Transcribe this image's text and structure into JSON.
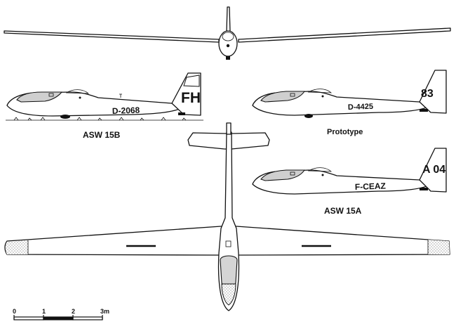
{
  "labels": {
    "asw15b": "ASW 15B",
    "prototype": "Prototype",
    "asw15a": "ASW 15A"
  },
  "registrations": {
    "asw15b": "D-2068",
    "asw15b_fin": "FH",
    "prototype": "D-4425",
    "prototype_fin": "83",
    "asw15a": "F-CEAZ",
    "asw15a_fin": "A 04"
  },
  "scale": {
    "ticks": [
      "0",
      "1",
      "2",
      "3m"
    ]
  },
  "colors": {
    "ink": "#111111",
    "canopy_fill": "#d8d8d8",
    "stipple": "#9a9a9a"
  }
}
